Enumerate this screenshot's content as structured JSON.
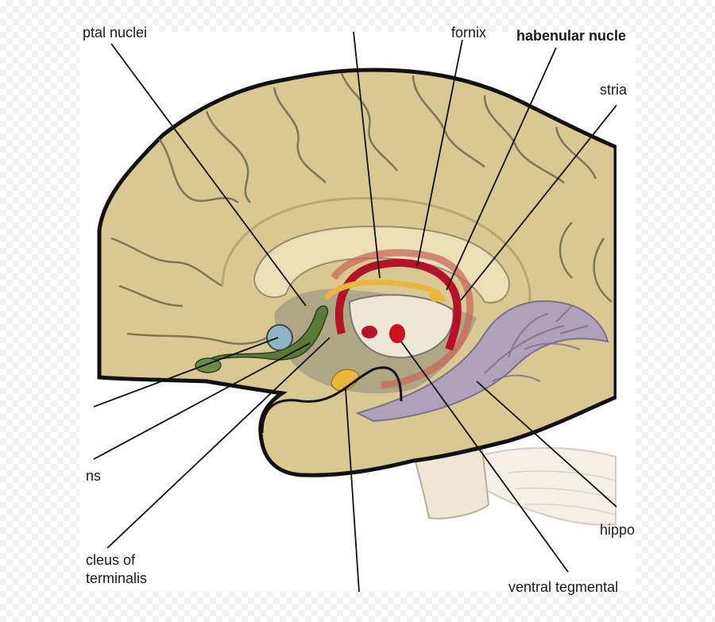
{
  "labels": {
    "septal_nuclei": "ptal nuclei",
    "fornix": "fornix",
    "habenular_nuclei": "habenular nucle",
    "stria": "stria",
    "ns": "ns",
    "nucleus_of": "cleus of",
    "terminalis": "terminalis",
    "hippocampus": "hippo",
    "ventral_tegmental": "ventral tegmental"
  },
  "colors": {
    "cortex": "#d9c892",
    "cortex_dark": "#b8a873",
    "outline": "#111111",
    "corpus_callosum": "#ecdfb8",
    "hypothalamus": "#8b8b7a",
    "fornix_red": "#b5122a",
    "stria_terminalis": "#c86a5a",
    "habenula_yellow": "#e8b73c",
    "olfactory_green": "#5a7a3a",
    "hippocampus_purple": "#a89bc0",
    "septal_blue": "#8fb4c4"
  }
}
